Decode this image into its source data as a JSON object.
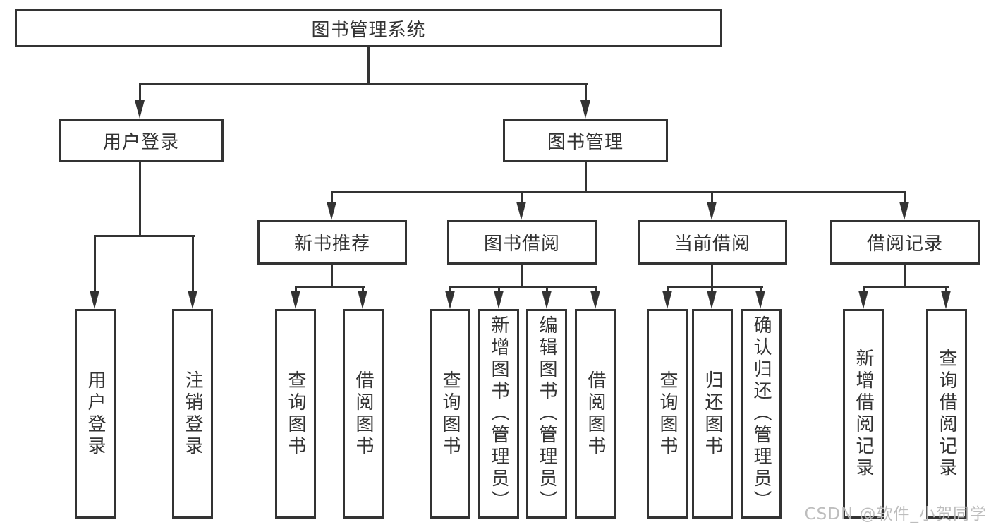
{
  "diagram": {
    "title": "图书管理系统",
    "level2": [
      {
        "label": "用户登录"
      },
      {
        "label": "图书管理"
      }
    ],
    "level3": [
      {
        "label": "新书推荐"
      },
      {
        "label": "图书借阅"
      },
      {
        "label": "当前借阅"
      },
      {
        "label": "借阅记录"
      }
    ],
    "leaves": {
      "login": [
        {
          "label": "用户登录"
        },
        {
          "label": "注销登录"
        }
      ],
      "newbook": [
        {
          "label": "查询图书"
        },
        {
          "label": "借阅图书"
        }
      ],
      "borrow": [
        {
          "label": "查询图书"
        },
        {
          "label": "新增图书（管理员）"
        },
        {
          "label": "编辑图书（管理员）"
        },
        {
          "label": "借阅图书"
        }
      ],
      "current": [
        {
          "label": "查询图书"
        },
        {
          "label": "归还图书"
        },
        {
          "label": "确认归还（管理员）"
        }
      ],
      "records": [
        {
          "label": "新增借阅记录"
        },
        {
          "label": "查询借阅记录"
        }
      ]
    }
  },
  "watermark": {
    "text": "CSDN @软件_小贺同学"
  },
  "colors": {
    "line": "#333333",
    "box_border": "#333333",
    "text": "#333333",
    "watermark": "#b9b9b9",
    "background": "#ffffff"
  }
}
